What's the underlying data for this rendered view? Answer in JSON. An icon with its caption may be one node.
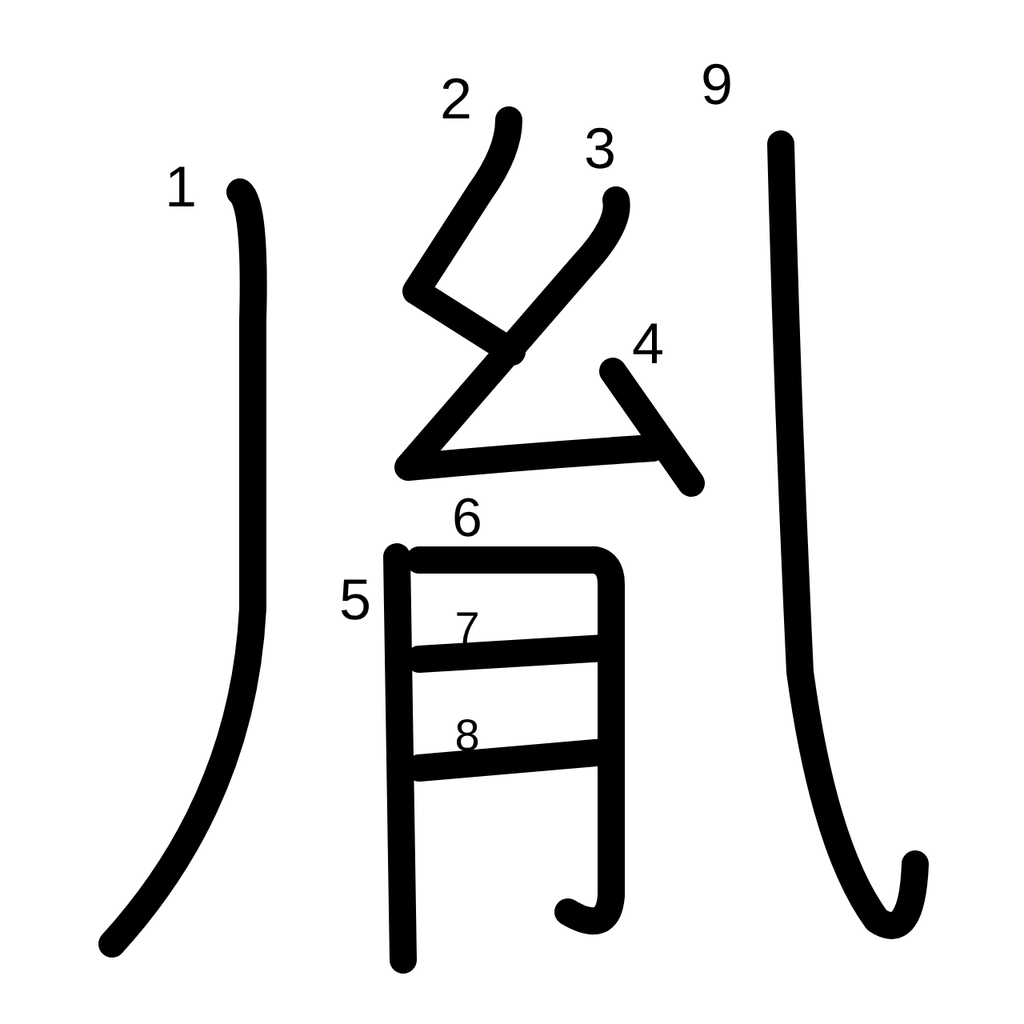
{
  "diagram": {
    "labels": [
      "1",
      "2",
      "3",
      "4",
      "5",
      "6",
      "7",
      "8",
      "9"
    ]
  }
}
